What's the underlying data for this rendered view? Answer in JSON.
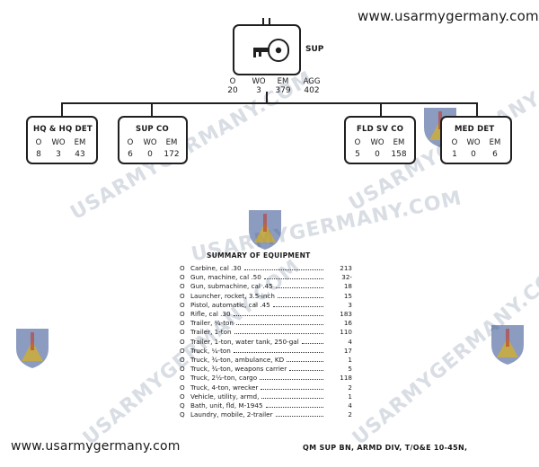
{
  "website": {
    "top": "www.usarmygermany.com",
    "bottom": "www.usarmygermany.com"
  },
  "footer_note": "QM SUP BN, ARMD DIV, T/O&E 10-45N,",
  "watermark": "USARMYGERMANY.COM",
  "hq": {
    "label": "SUP",
    "stats": {
      "O": {
        "label": "O",
        "value": "20"
      },
      "WO": {
        "label": "WO",
        "value": "3"
      },
      "EM": {
        "label": "EM",
        "value": "379"
      },
      "AGG": {
        "label": "AGG",
        "value": "402"
      }
    }
  },
  "units": [
    {
      "name": "HQ & HQ DET",
      "stats": [
        {
          "label": "O",
          "value": "8"
        },
        {
          "label": "WO",
          "value": "3"
        },
        {
          "label": "EM",
          "value": "43"
        }
      ]
    },
    {
      "name": "SUP CO",
      "stats": [
        {
          "label": "O",
          "value": "6"
        },
        {
          "label": "WO",
          "value": "0"
        },
        {
          "label": "EM",
          "value": "172"
        }
      ]
    },
    {
      "name": "FLD SV CO",
      "stats": [
        {
          "label": "O",
          "value": "5"
        },
        {
          "label": "WO",
          "value": "0"
        },
        {
          "label": "EM",
          "value": "158"
        }
      ]
    },
    {
      "name": "MED DET",
      "stats": [
        {
          "label": "O",
          "value": "1"
        },
        {
          "label": "WO",
          "value": "0"
        },
        {
          "label": "EM",
          "value": "6"
        }
      ]
    }
  ],
  "equipment": {
    "title": "SUMMARY OF EQUIPMENT",
    "items": [
      {
        "code": "O",
        "name": "Carbine, cal .30",
        "qty": "213"
      },
      {
        "code": "O",
        "name": "Gun, machine, cal .50",
        "qty": "32-"
      },
      {
        "code": "O",
        "name": "Gun, submachine, cal .45",
        "qty": "18"
      },
      {
        "code": "O",
        "name": "Launcher, rocket, 3.5-inch",
        "qty": "15"
      },
      {
        "code": "O",
        "name": "Pistol, automatic, cal .45",
        "qty": "3"
      },
      {
        "code": "O",
        "name": "Rifle, cal .30",
        "qty": "183"
      },
      {
        "code": "O",
        "name": "Trailer, ¼-ton",
        "qty": "16"
      },
      {
        "code": "O",
        "name": "Trailer, 1-ton",
        "qty": "110"
      },
      {
        "code": "O",
        "name": "Trailer, 1-ton, water tank, 250-gal",
        "qty": "4"
      },
      {
        "code": "O",
        "name": "Truck, ¼-ton",
        "qty": "17"
      },
      {
        "code": "O",
        "name": "Truck, ¾-ton, ambulance, KD",
        "qty": "1"
      },
      {
        "code": "O",
        "name": "Truck, ¾-ton, weapons carrier",
        "qty": "5"
      },
      {
        "code": "O",
        "name": "Truck, 2½-ton, cargo",
        "qty": "118"
      },
      {
        "code": "O",
        "name": "Truck, 4-ton, wrecker",
        "qty": "2"
      },
      {
        "code": "O",
        "name": "Vehicle, utility, armd,",
        "qty": "1"
      },
      {
        "code": "Q",
        "name": "Bath, unit, fld, M-1945",
        "qty": "4"
      },
      {
        "code": "Q",
        "name": "Laundry, mobile, 2-trailer",
        "qty": "2"
      }
    ]
  },
  "colors": {
    "line": "#1f1f1f",
    "watermark": "#c9d0da",
    "shield_blue": "#2c4a8c",
    "shield_red": "#c0392b",
    "triangle_yellow": "#e8b400"
  }
}
